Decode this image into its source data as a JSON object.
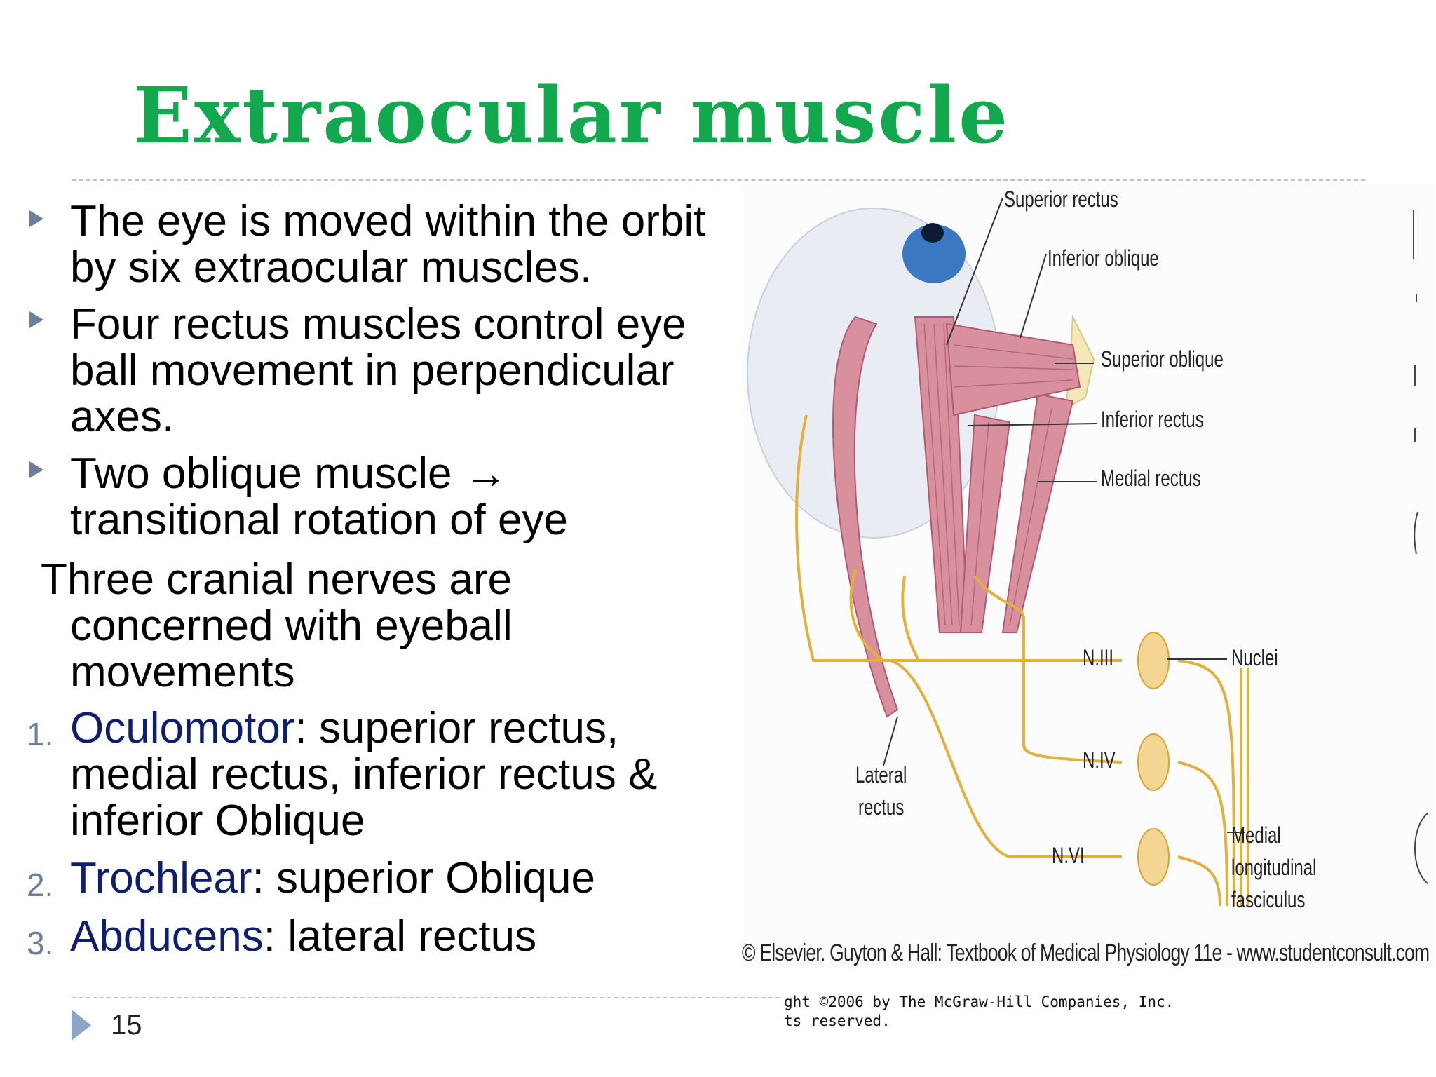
{
  "slide": {
    "title": "Extraocular muscle",
    "page_number": "15"
  },
  "bullets": [
    {
      "lines": [
        "The eye is moved within the orbit",
        "by six extraocular muscles."
      ]
    },
    {
      "lines": [
        "Four rectus muscles control eye",
        "ball movement in perpendicular",
        "axes."
      ]
    },
    {
      "lines": [
        "Two oblique muscle →",
        "transitional rotation of eye"
      ]
    }
  ],
  "intro": {
    "lines": [
      "Three cranial nerves are",
      "concerned with eyeball",
      "movements"
    ]
  },
  "nerves": [
    {
      "num": "1.",
      "name": "Oculomotor",
      "desc": ": superior rectus,",
      "extra_lines": [
        "medial rectus, inferior rectus &",
        "inferior Oblique"
      ]
    },
    {
      "num": "2.",
      "name": "Trochlear",
      "desc": ": superior Oblique",
      "extra_lines": []
    },
    {
      "num": "3.",
      "name": "Abducens",
      "desc": ": lateral rectus",
      "extra_lines": []
    }
  ],
  "figure": {
    "labels": {
      "superior_rectus": "Superior rectus",
      "inferior_oblique": "Inferior oblique",
      "superior_oblique": "Superior oblique",
      "inferior_rectus": "Inferior rectus",
      "medial_rectus": "Medial rectus",
      "lateral_rectus_1": "Lateral",
      "lateral_rectus_2": "rectus",
      "n3": "N.III",
      "n4": "N.IV",
      "n6": "N.VI",
      "nuclei": "Nuclei",
      "mlf_1": "Medial",
      "mlf_2": "longitudinal",
      "mlf_3": "fasciculus"
    },
    "colors": {
      "muscle": "#d8909e",
      "muscle_line": "#b05a70",
      "nerve": "#e3b13a",
      "nucleus": "#f4d592",
      "iris": "#3b78c4",
      "globe": "#e9edf3",
      "bone": "#f6e7b8"
    },
    "copyright": "© Elsevier. Guyton & Hall: Textbook of Medical Physiology 11e - www.studentconsult.com",
    "publisher_lines": [
      "ght ©2006 by The McGraw-Hill Companies, Inc.",
      "ts reserved."
    ]
  },
  "colors": {
    "title": "#11a84e",
    "nerve_name": "#0e1e6e",
    "bullet": "#6d7e9c",
    "rule": "#b9c1cc"
  }
}
